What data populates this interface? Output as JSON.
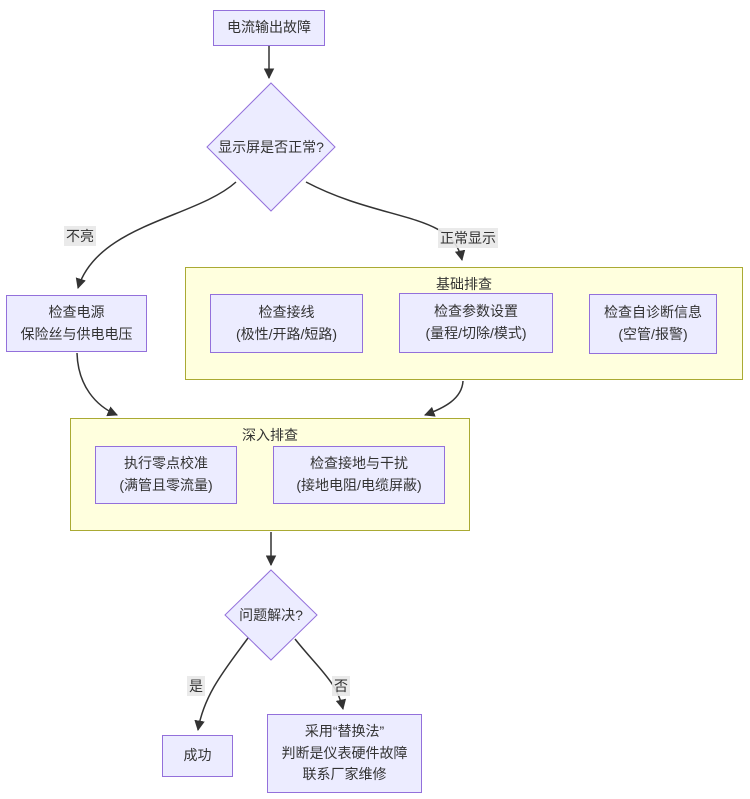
{
  "diagram": {
    "type": "flowchart",
    "nodes": {
      "start": {
        "label": "电流输出故障"
      },
      "decision_display": {
        "label": "显示屏是否正常?"
      },
      "check_power": {
        "label": "检查电源\n保险丝与供电电压"
      },
      "check_wiring": {
        "label": "检查接线\n(极性/开路/短路)"
      },
      "check_params": {
        "label": "检查参数设置\n(量程/切除/模式)"
      },
      "check_diag": {
        "label": "检查自诊断信息\n(空管/报警)"
      },
      "zero_cal": {
        "label": "执行零点校准\n(满管且零流量)"
      },
      "check_ground": {
        "label": "检查接地与干扰\n(接地电阻/电缆屏蔽)"
      },
      "decision_solved": {
        "label": "问题解决?"
      },
      "success": {
        "label": "成功"
      },
      "replace": {
        "label": "采用“替换法”\n判断是仪表硬件故障\n联系厂家维修"
      }
    },
    "subgraphs": {
      "basic": {
        "title": "基础排查"
      },
      "deep": {
        "title": "深入排查"
      }
    },
    "edge_labels": {
      "dark": "不亮",
      "normal": "正常显示",
      "yes": "是",
      "no": "否"
    },
    "colors": {
      "node_fill": "#ECECFF",
      "node_border": "#9370DB",
      "subgraph_fill": "#FFFFDE",
      "subgraph_border": "#AAAA33",
      "edge_stroke": "#333333",
      "edge_label_bg": "#E8E8E8",
      "text": "#333333",
      "background": "#FFFFFF"
    }
  }
}
